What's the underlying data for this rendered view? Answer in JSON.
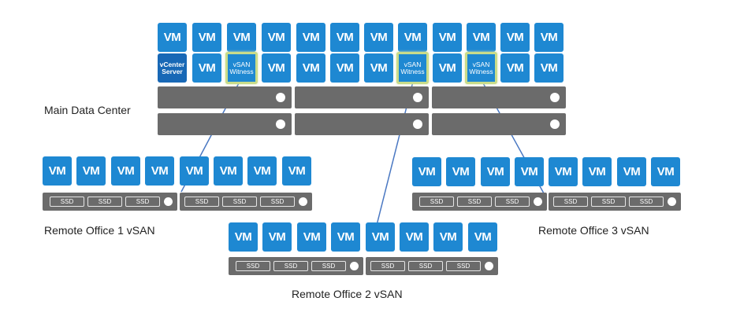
{
  "labels": {
    "main": "Main Data Center",
    "remote1": "Remote Office 1 vSAN",
    "remote2": "Remote Office 2 vSAN",
    "remote3": "Remote Office 3 vSAN"
  },
  "vm_label": "VM",
  "vcenter": {
    "line1": "vCenter",
    "line2": "Server"
  },
  "witness": {
    "line1": "vSAN",
    "line2": "Witness"
  },
  "ssd_label": "SSD",
  "colors": {
    "vm": "#1e88d2",
    "vcenter": "#1868b6",
    "server": "#6b6b6b",
    "witness_border": "#c9dc8a",
    "link": "#4a78c2"
  }
}
